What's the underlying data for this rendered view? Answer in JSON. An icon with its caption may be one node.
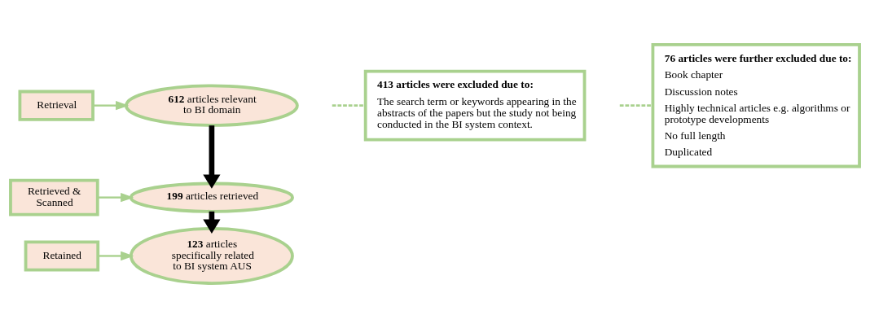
{
  "diagram": {
    "nodes": [
      {
        "text": [
          "Retrieval"
        ]
      },
      {
        "text": [
          "**612** articles relevant to BI domain"
        ]
      },
      {
        "text": [
          "413 articles were excluded due to:",
          "The search term or keywords appearing in the abstracts of the papers but the study not being conducted in the BI system context."
        ]
      },
      {
        "text": [
          "Retrieved & Scanned"
        ]
      },
      {
        "text": [
          "**199** articles retrieved"
        ]
      },
      {
        "text": [
          "76 articles were further excluded due to:",
          "Book chapter",
          "Discussion notes",
          "Highly technical articles e.g. algorithms or prototype developments",
          "No full length",
          "Duplicated"
        ]
      },
      {
        "text": [
          "Retained"
        ]
      },
      {
        "text": [
          "**123** articles specifically related to BI system AUS"
        ]
      }
    ],
    "edges": [
      {
        "from": 0,
        "to": 1,
        "arrow": "to"
      },
      {
        "from": 1,
        "to": 4,
        "arrow": "to",
        "style": "thick",
        "color": "#000000"
      },
      {
        "from": null,
        "to": 2,
        "arrow": "none",
        "style": "dashed"
      },
      {
        "from": 3,
        "to": 4,
        "arrow": "to"
      },
      {
        "from": 4,
        "to": 7,
        "arrow": "to",
        "style": "thick",
        "color": "#000000"
      },
      {
        "from": null,
        "to": 5,
        "arrow": "none",
        "style": "dashed"
      },
      {
        "from": 6,
        "to": 7,
        "arrow": "to"
      }
    ]
  }
}
